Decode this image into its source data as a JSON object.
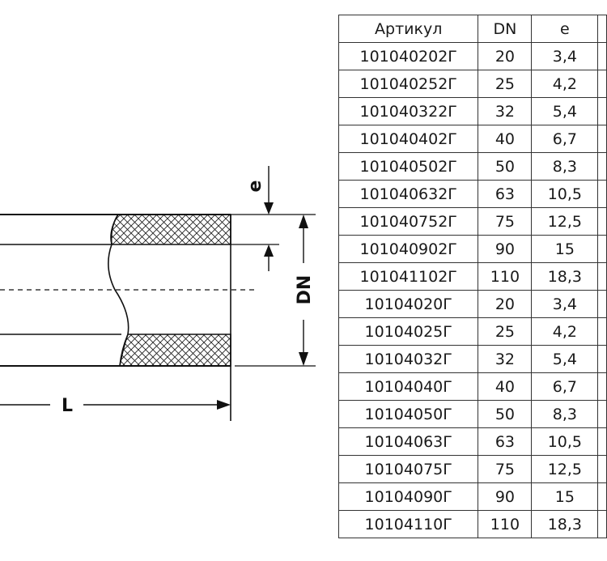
{
  "drawing": {
    "label_e": "e",
    "label_dn": "DN",
    "label_l": "L"
  },
  "table": {
    "headers": [
      "Артикул",
      "DN",
      "e"
    ],
    "rows": [
      [
        "101040202Г",
        "20",
        "3,4"
      ],
      [
        "101040252Г",
        "25",
        "4,2"
      ],
      [
        "101040322Г",
        "32",
        "5,4"
      ],
      [
        "101040402Г",
        "40",
        "6,7"
      ],
      [
        "101040502Г",
        "50",
        "8,3"
      ],
      [
        "101040632Г",
        "63",
        "10,5"
      ],
      [
        "101040752Г",
        "75",
        "12,5"
      ],
      [
        "101040902Г",
        "90",
        "15"
      ],
      [
        "101041102Г",
        "110",
        "18,3"
      ],
      [
        "10104020Г",
        "20",
        "3,4"
      ],
      [
        "10104025Г",
        "25",
        "4,2"
      ],
      [
        "10104032Г",
        "32",
        "5,4"
      ],
      [
        "10104040Г",
        "40",
        "6,7"
      ],
      [
        "10104050Г",
        "50",
        "8,3"
      ],
      [
        "10104063Г",
        "63",
        "10,5"
      ],
      [
        "10104075Г",
        "75",
        "12,5"
      ],
      [
        "10104090Г",
        "90",
        "15"
      ],
      [
        "10104110Г",
        "110",
        "18,3"
      ]
    ]
  }
}
